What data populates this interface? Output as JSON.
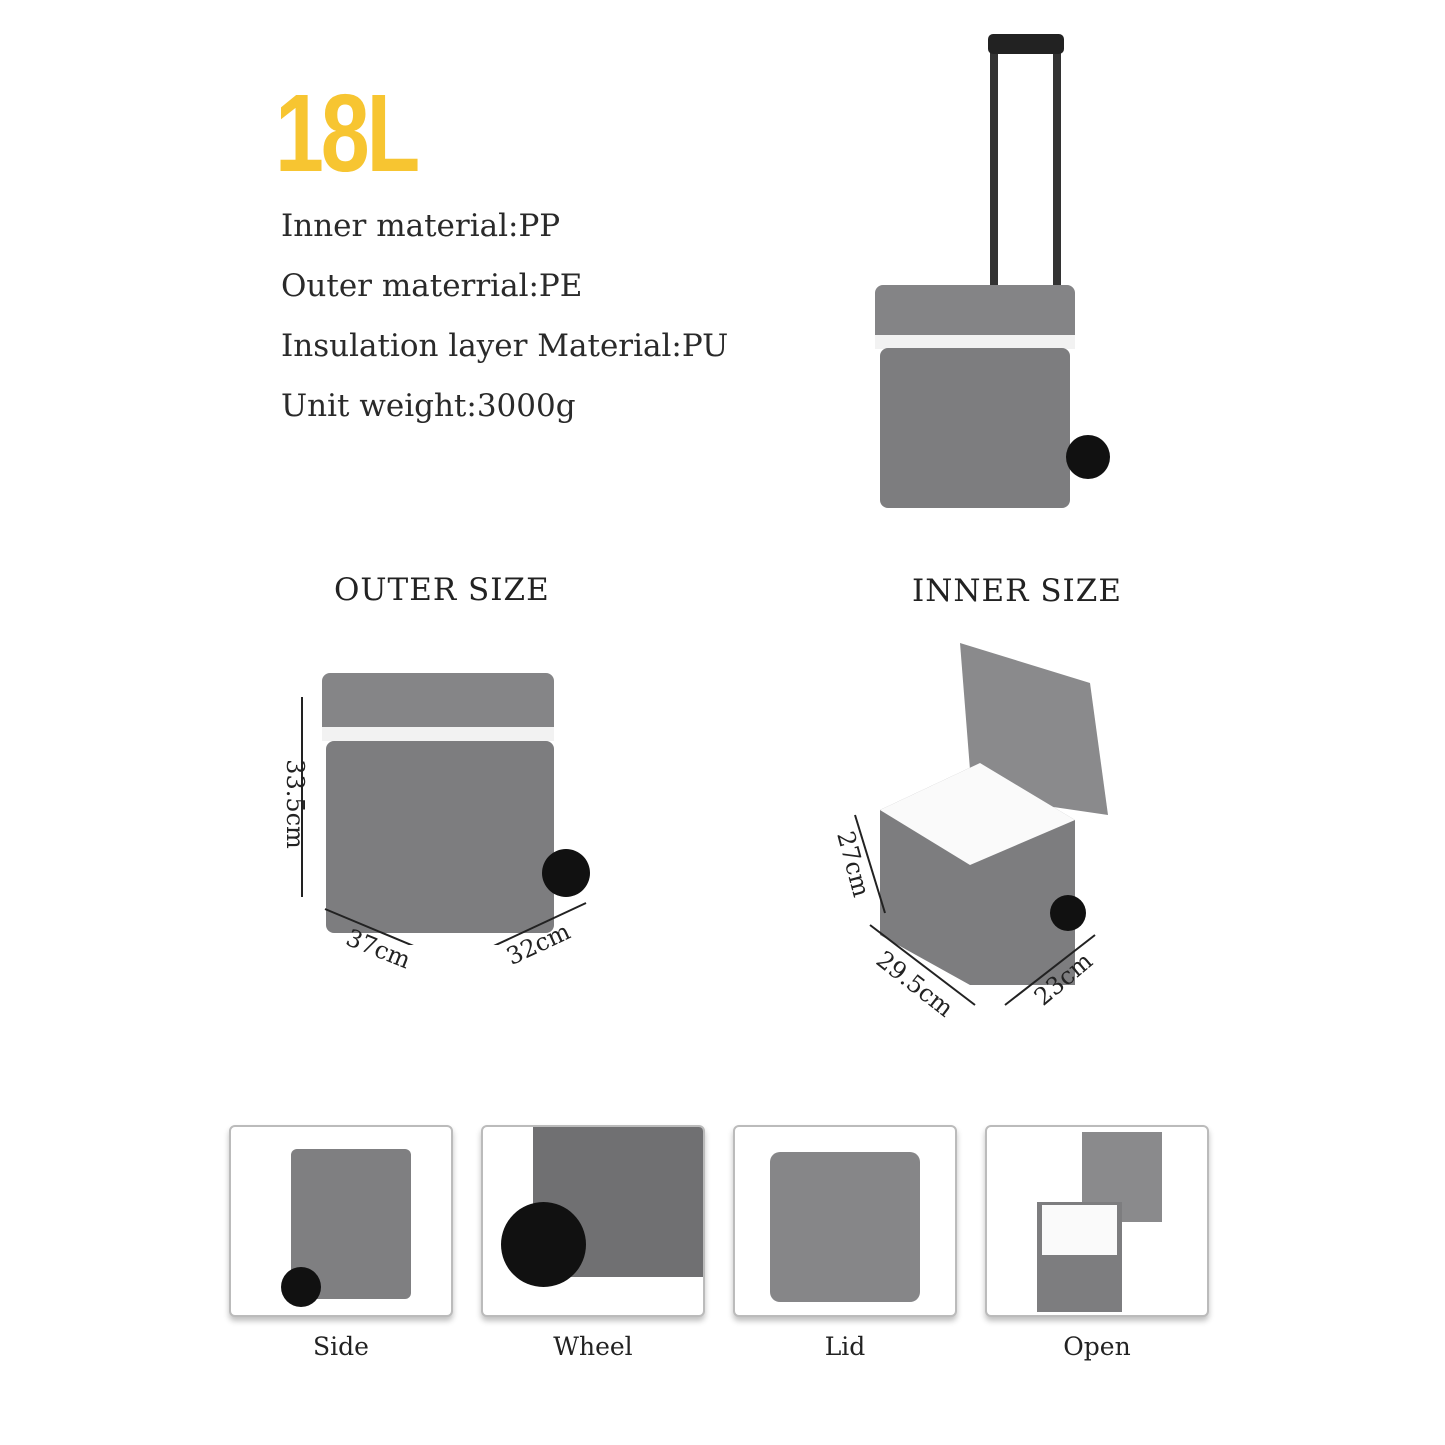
{
  "capacity": "18L",
  "specs": [
    "Inner material:PP",
    "Outer materrial:PE",
    "Insulation layer Material:PU",
    "Unit weight:3000g"
  ],
  "outer": {
    "title": "OUTER SIZE",
    "height": "33.5cm",
    "length": "37cm",
    "width": "32cm"
  },
  "inner": {
    "title": "INNER SIZE",
    "height": "27cm",
    "length": "29.5cm",
    "width": "23cm"
  },
  "thumbs": [
    "Side",
    "Wheel",
    "Lid",
    "Open"
  ],
  "colors": {
    "accent": "#f7c531",
    "body": "#7f7f80"
  }
}
